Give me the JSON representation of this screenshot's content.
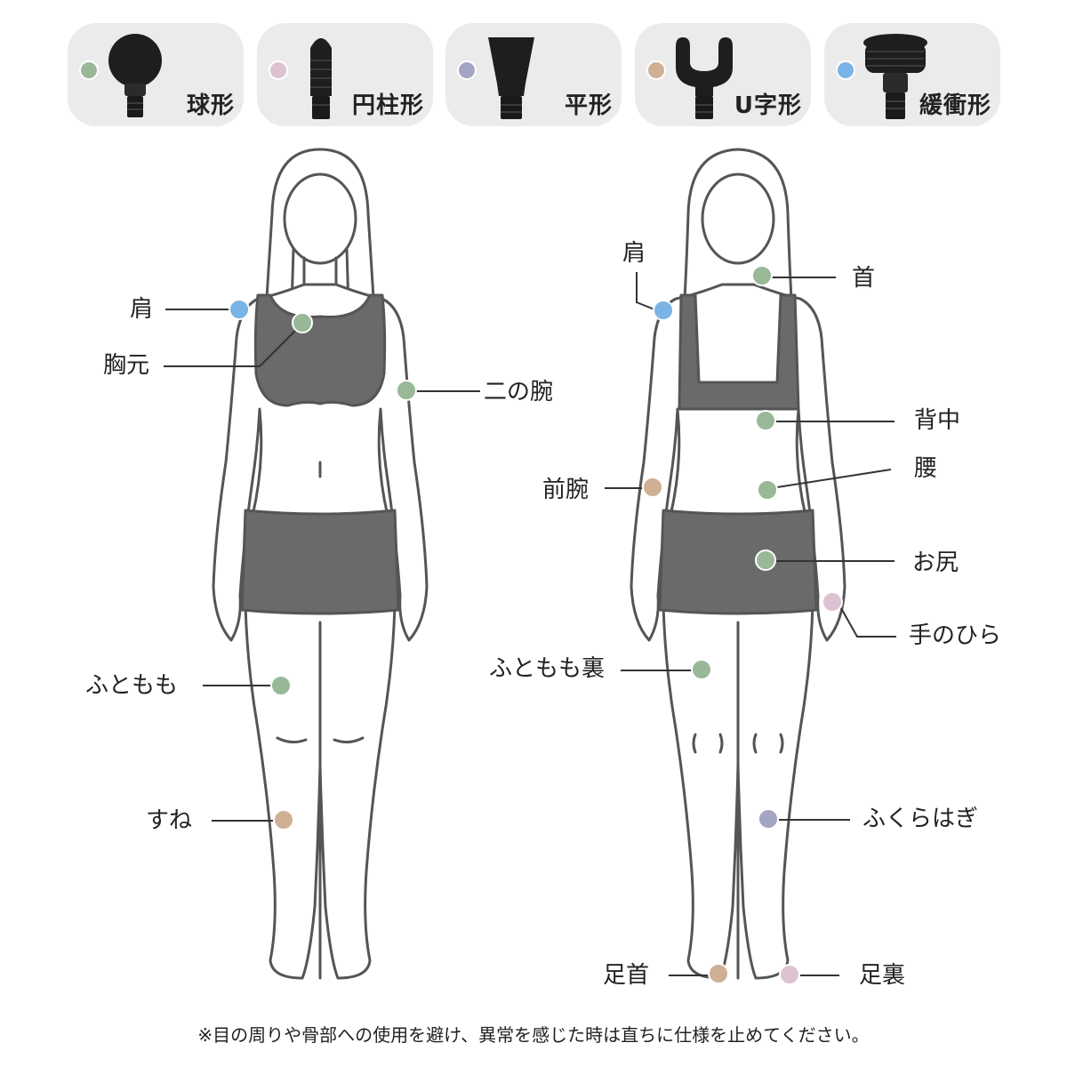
{
  "legend": [
    {
      "label": "球形",
      "color": "#98b898",
      "icon": "ball-head-icon"
    },
    {
      "label": "円柱形",
      "color": "#ddc2d2",
      "icon": "bullet-head-icon"
    },
    {
      "label": "平形",
      "color": "#a4a4c4",
      "icon": "flat-head-icon"
    },
    {
      "label": "U字形",
      "color": "#cfb094",
      "icon": "fork-head-icon"
    },
    {
      "label": "緩衝形",
      "color": "#7ab4e6",
      "icon": "cushion-head-icon"
    }
  ],
  "front": {
    "shoulder": "肩",
    "chest": "胸元",
    "upper_arm": "二の腕",
    "thigh": "ふともも",
    "shin": "すね"
  },
  "back": {
    "shoulder": "肩",
    "neck": "首",
    "upper_back": "背中",
    "lower_back": "腰",
    "forearm": "前腕",
    "buttocks": "お尻",
    "palm": "手のひら",
    "back_thigh": "ふともも裏",
    "calf": "ふくらはぎ",
    "ankle": "足首",
    "sole": "足裏"
  },
  "footnote": "※目の周りや骨部への使用を避け、異常を感じた時は直ちに仕様を止めてください。"
}
